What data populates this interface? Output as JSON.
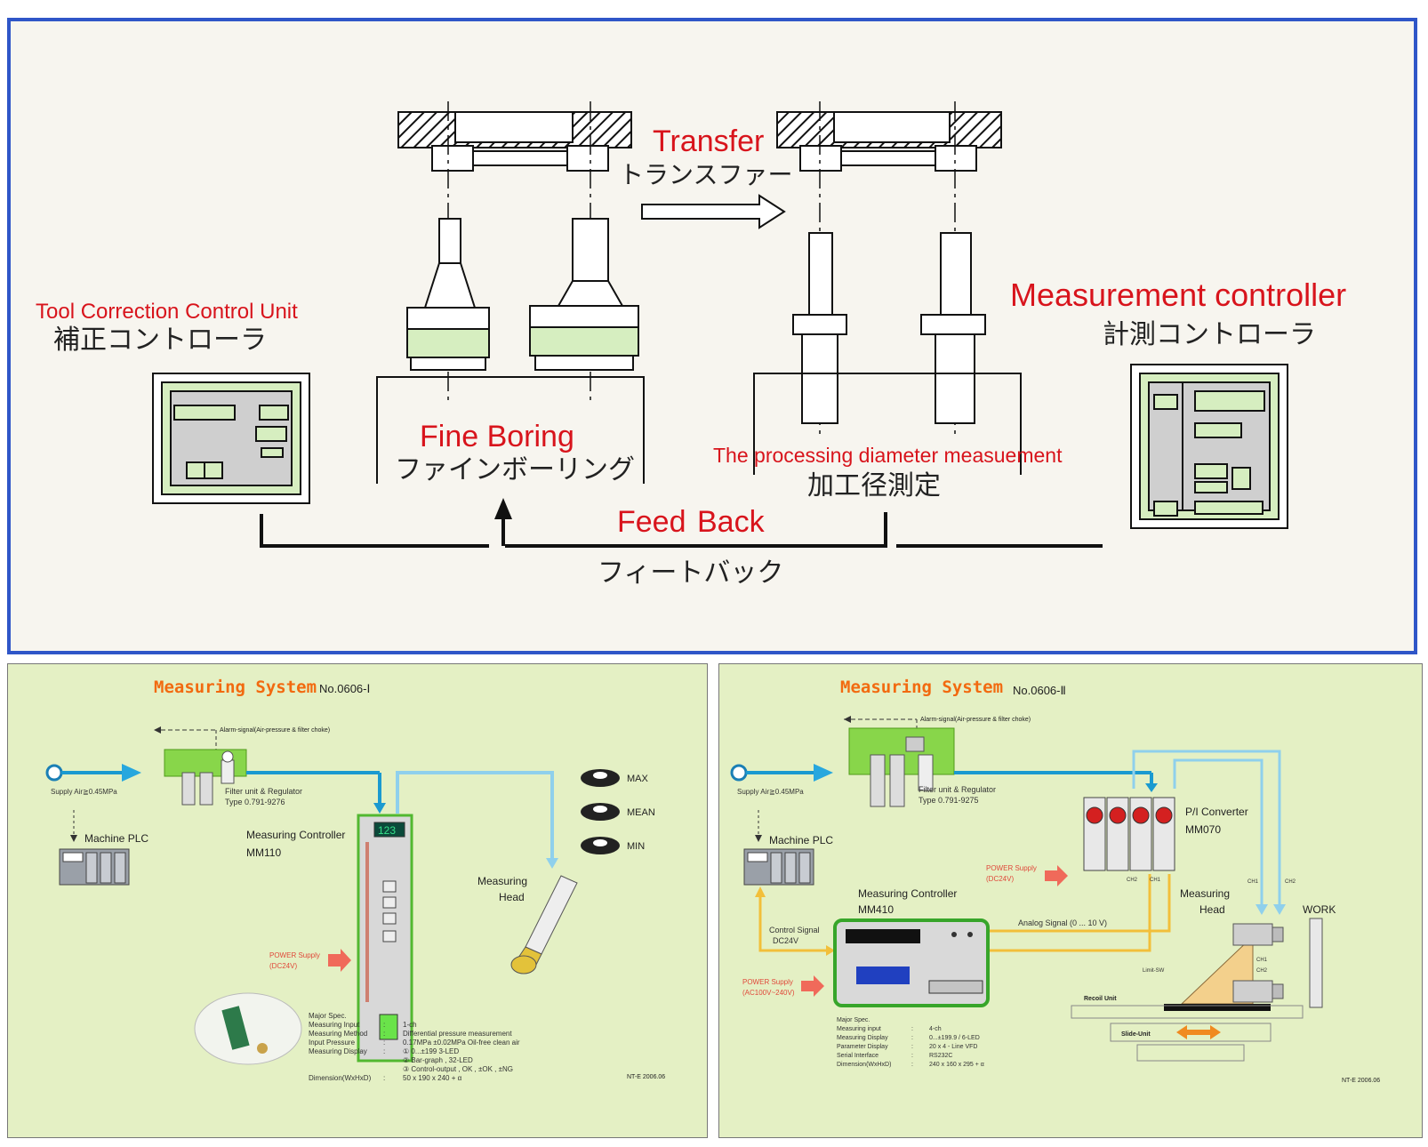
{
  "top": {
    "tool_correction": {
      "en": "Tool Correction Control Unit",
      "jp": "補正コントローラ"
    },
    "transfer": {
      "en": "Transfer",
      "jp": "トランスファー"
    },
    "measurement_controller": {
      "en": "Measurement controller",
      "jp": "計測コントローラ"
    },
    "fine_boring": {
      "en": "Fine Boring",
      "jp": "ファインボーリング"
    },
    "diameter_measurement": {
      "en": "The processing diameter measuement",
      "jp": "加工径測定"
    },
    "feedback": {
      "en_1": "Feed",
      "en_2": "Back",
      "jp": "フィートバック"
    }
  },
  "left_panel": {
    "title": "Measuring System",
    "number": "No.0606-Ⅰ",
    "alarm": "Alarm-signal(Air-pressure & filter choke)",
    "supply_air": "Supply Air≧0.45MPa",
    "filter_unit": "Filter unit & Regulator",
    "filter_type": "Type 0.791-9276",
    "machine_plc": "Machine PLC",
    "controller_name": "Measuring Controller",
    "controller_model": "MM110",
    "display_value": "123",
    "measuring_head": [
      "Measuring",
      "Head"
    ],
    "rings": [
      "MAX",
      "MEAN",
      "MIN"
    ],
    "power_supply": [
      "POWER Supply",
      "(DC24V)"
    ],
    "spec_heading": "Major Spec.",
    "spec_labels": [
      "Measuring Input",
      "Measuring Method",
      "Input Pressure",
      "Measuring Display",
      "",
      "",
      "Dimension(WxHxD)"
    ],
    "spec_values": [
      "1-ch",
      "Differential pressure measurement",
      "0.17MPa ±0.02MPa  Oil-free clean air",
      "① 0...±199  3-LED",
      "② Bar-graph , 32-LED",
      "③ Control-output , OK , ±OK , ±NG",
      "50 x 190 x 240 + α"
    ],
    "footer": "NT-E 2006.06"
  },
  "right_panel": {
    "title": "Measuring System",
    "number": "No.0606-Ⅱ",
    "alarm": "Alarm-signal(Air-pressure & filter choke)",
    "supply_air": "Supply Air≧0.45MPa",
    "filter_unit": "Filter unit & Regulator",
    "filter_type": "Type 0.791-9275",
    "machine_plc": "Machine PLC",
    "pi_converter": [
      "P/I Converter",
      "MM070"
    ],
    "power_supply_dc": [
      "POWER Supply",
      "(DC24V)"
    ],
    "control_signal": [
      "Control Signal",
      "DC24V"
    ],
    "controller_name": "Measuring Controller",
    "controller_model": "MM410",
    "analog_signal": "Analog Signal (0 ... 10 V)",
    "measuring_head": [
      "Measuring",
      "Head"
    ],
    "work": "WORK",
    "limit_sw": "Limit-SW",
    "recoil_unit": "Recoil Unit",
    "slide_unit": "Slide-Unit",
    "channels": [
      "CH2",
      "CH1",
      "CH1",
      "CH2",
      "CH1",
      "CH2"
    ],
    "power_supply_ac": [
      "POWER Supply",
      "(AC100V~240V)"
    ],
    "spec_heading": "Major Spec.",
    "spec_labels": [
      "Measuring input",
      "Measuring Display",
      "Parameter Display",
      "Serial Interface",
      "Dimension(WxHxD)"
    ],
    "spec_values": [
      "4-ch",
      "0...±199.9 / 6-LED",
      "20 x 4 - Line  VFD",
      "RS232C",
      "240 x 160 x 295 + α"
    ],
    "footer": "NT-E 2006.06"
  }
}
